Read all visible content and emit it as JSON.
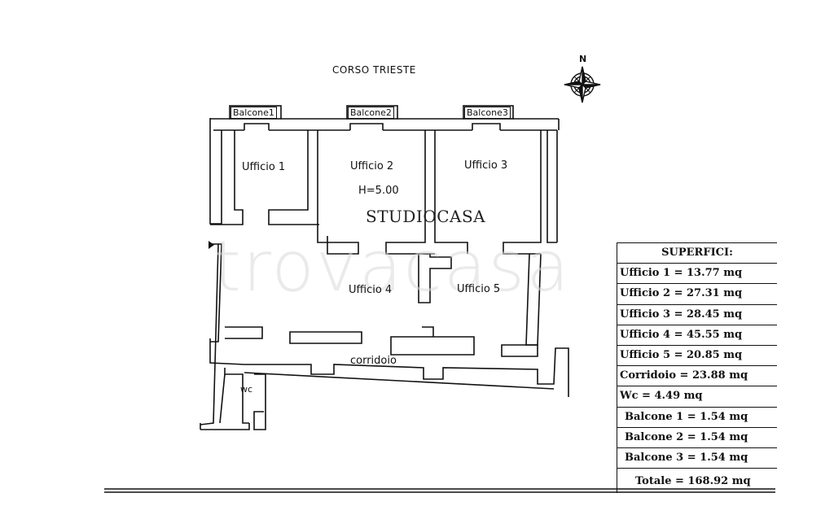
{
  "street": "CORSO TRIESTE",
  "compass_letter": "N",
  "balconies": [
    "Balcone1",
    "Balcone2",
    "Balcone3"
  ],
  "rooms": {
    "ufficio1": "Ufficio 1",
    "ufficio2": "Ufficio 2",
    "height_note": "H=5.00",
    "ufficio3": "Ufficio 3",
    "ufficio4": "Ufficio 4",
    "ufficio5": "Ufficio 5",
    "corridoio": "corridoio",
    "wc": "wc"
  },
  "brand": "STUDIOCASA",
  "watermark": "trovacasa",
  "table": {
    "title": "SUPERFICI:",
    "rows": [
      "Ufficio 1 = 13.77 mq",
      "Ufficio 2 = 27.31 mq",
      "Ufficio 3 = 28.45 mq",
      "Ufficio 4 = 45.55 mq",
      "Ufficio 5 = 20.85 mq",
      "Corridoio = 23.88 mq",
      "Wc = 4.49 mq",
      "Balcone 1 = 1.54 mq",
      "Balcone 2 = 1.54 mq",
      "Balcone 3 = 1.54 mq"
    ],
    "total": "Totale = 168.92 mq"
  }
}
